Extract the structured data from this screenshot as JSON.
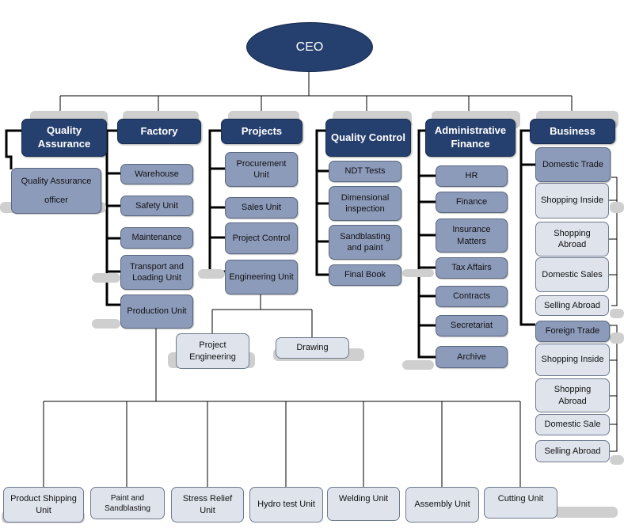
{
  "ceo": "CEO",
  "departments": {
    "quality_assurance": {
      "title": "Quality Assurance",
      "items": [
        "Quality Assurance officer"
      ]
    },
    "factory": {
      "title": "Factory",
      "items": [
        "Warehouse",
        "Safety Unit",
        "Maintenance",
        "Transport and Loading Unit",
        "Production Unit"
      ]
    },
    "projects": {
      "title": "Projects",
      "items": [
        "Procurement Unit",
        "Sales Unit",
        "Project Control",
        "Engineering Unit"
      ],
      "engineering_sub": [
        "Project Engineering",
        "Drawing"
      ]
    },
    "quality_control": {
      "title": "Quality Control",
      "items": [
        "NDT Tests",
        "Dimensional inspection",
        "Sandblasting and paint",
        "Final Book"
      ]
    },
    "administrative_finance": {
      "title": "Administrative Finance",
      "items": [
        "HR",
        "Finance",
        "Insurance Matters",
        "Tax Affairs",
        "Contracts",
        "Secretariat",
        "Archive"
      ]
    },
    "business": {
      "title": "Business",
      "domestic_trade": {
        "title": "Domestic Trade",
        "items": [
          "Shopping Inside",
          "Shopping Abroad",
          "Domestic Sales",
          "Selling Abroad"
        ]
      },
      "foreign_trade": {
        "title": "Foreign Trade",
        "items": [
          "Shopping Inside",
          "Shopping Abroad",
          "Domestic Sale",
          "Selling Abroad"
        ]
      }
    }
  },
  "production_units": [
    "Product Shipping Unit",
    "Paint and Sandblasting",
    "Stress Relief Unit",
    "Hydro test Unit",
    "Welding Unit",
    "Assembly Unit",
    "Cutting Unit"
  ]
}
